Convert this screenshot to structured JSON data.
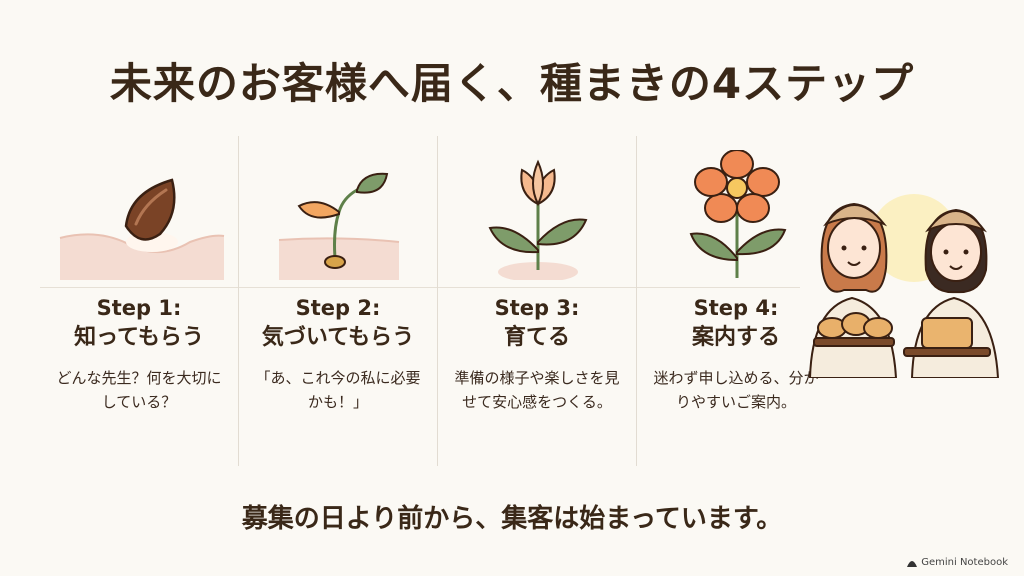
{
  "title": "未来のお客様へ届く、種まきの4ステップ",
  "steps": [
    {
      "number": "Step 1:",
      "name": "知ってもらう",
      "desc": "どんな先生？何を大切にしている？"
    },
    {
      "number": "Step 2:",
      "name": "気づいてもらう",
      "desc": "「あ、これ今の私に必要かも！」"
    },
    {
      "number": "Step 3:",
      "name": "育てる",
      "desc": "準備の様子や楽しさを見せて安心感をつくる。"
    },
    {
      "number": "Step 4:",
      "name": "案内する",
      "desc": "迷わず申し込める、分かりやすいご案内。"
    }
  ],
  "footer": "募集の日より前から、集客は始まっています。",
  "brand": "Gemini Notebook",
  "colors": {
    "background": "#fbf9f4",
    "text": "#3a2818",
    "leaf": "#7e9c6a",
    "petal": "#f08a55"
  },
  "icons": [
    "seed-icon",
    "sprout-icon",
    "bud-icon",
    "flower-icon",
    "women-illustration"
  ]
}
